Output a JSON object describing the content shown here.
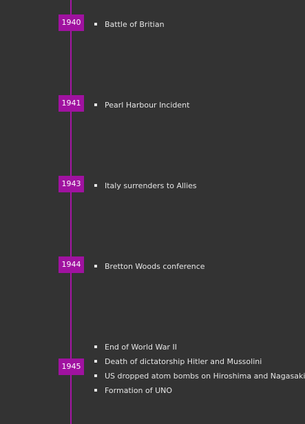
{
  "entries": [
    {
      "year": "1940",
      "events": [
        "Battle of Britian"
      ]
    },
    {
      "year": "1941",
      "events": [
        "Pearl Harbour Incident"
      ]
    },
    {
      "year": "1943",
      "events": [
        "Italy surrenders to Allies"
      ]
    },
    {
      "year": "1944",
      "events": [
        "Bretton Woods conference"
      ]
    },
    {
      "year": "1945",
      "events": [
        "End of World War II",
        "Death of dictatorship Hitler and Mussolini",
        "US dropped atom bombs on Hiroshima and Nagasaki",
        "Formation of UNO"
      ]
    }
  ],
  "colors": {
    "background": "#333333",
    "accent": "#a012a0",
    "text": "#e6e6e6"
  }
}
